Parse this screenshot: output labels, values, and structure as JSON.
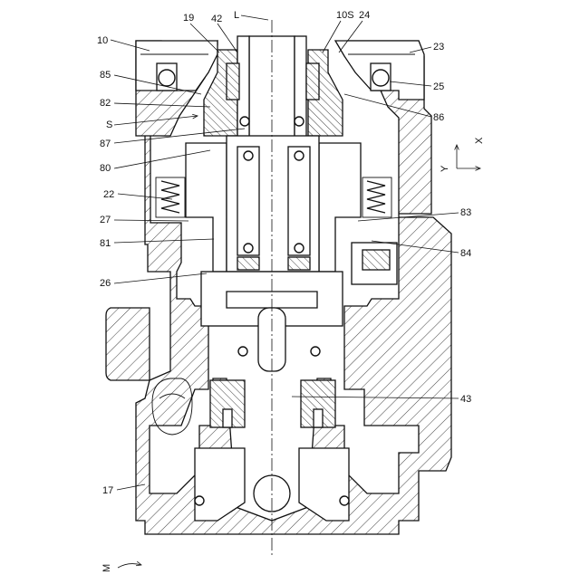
{
  "labels": {
    "ref_10": "10",
    "ref_19": "19",
    "ref_42": "42",
    "ref_L": "L",
    "ref_10S": "10S",
    "ref_24": "24",
    "ref_23": "23",
    "ref_85": "85",
    "ref_25": "25",
    "ref_82": "82",
    "ref_86": "86",
    "ref_S": "S",
    "ref_87": "87",
    "ref_80": "80",
    "ref_22": "22",
    "ref_27": "27",
    "ref_83": "83",
    "ref_81": "81",
    "ref_84": "84",
    "ref_26": "26",
    "ref_43": "43",
    "ref_17": "17",
    "ref_M": "M"
  },
  "axes": {
    "x_label": "X",
    "y_label": "Y"
  }
}
